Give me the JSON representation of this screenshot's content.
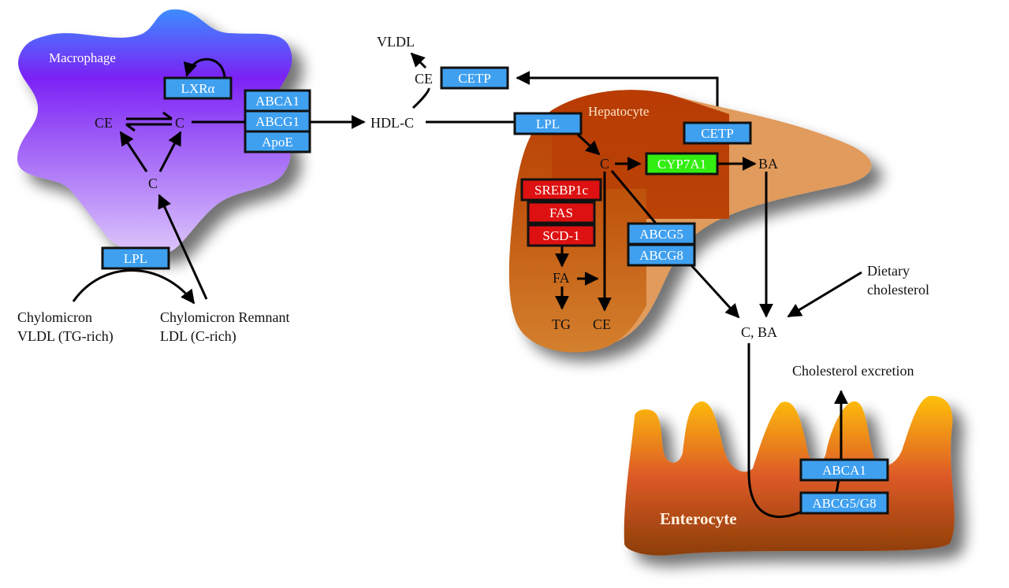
{
  "title": "Cholesterol transport pathways: macrophage, hepatocyte, enterocyte",
  "colors": {
    "transporter_box": "#3fa0f0",
    "lipogenic_box": "#dd1111",
    "enzyme_box": "#33ee11",
    "box_border": "#111111",
    "macrophage_top": "#3d8cff",
    "macrophage_mid": "#7b22f5",
    "macrophage_bottom": "#dcc6fb",
    "hepatocyte_dark": "#b83c04",
    "hepatocyte_mid": "#c86a22",
    "hepatocyte_light": "#e19b5c",
    "enterocyte_top": "#ffbf08",
    "enterocyte_mid": "#dd5a28",
    "enterocyte_bottom": "#8c3e06"
  },
  "cells": {
    "macrophage": {
      "label": "Macrophage"
    },
    "hepatocyte": {
      "label": "Hepatocyte"
    },
    "enterocyte": {
      "label": "Enterocyte"
    }
  },
  "macrophage": {
    "lxr": "LXRα",
    "efflux": [
      "ABCA1",
      "ABCG1",
      "ApoE"
    ],
    "ce": "CE",
    "c_top": "C",
    "c_bottom": "C",
    "lpl": "LPL"
  },
  "lipoproteins": {
    "left_line1": "Chylomicron",
    "left_line2": "VLDL (TG-rich)",
    "right_line1": "Chylomicron Remnant",
    "right_line2": "LDL (C-rich)"
  },
  "plasma": {
    "hdl": "HDL-C",
    "vldl": "VLDL",
    "ce": "CE",
    "cetp": "CETP"
  },
  "hepatocyte": {
    "lpl": "LPL",
    "cetp": "CETP",
    "c": "C",
    "cyp7a1": "CYP7A1",
    "ba": "BA",
    "lipogenic": [
      "SREBP1c",
      "FAS",
      "SCD-1"
    ],
    "fa": "FA",
    "tg": "TG",
    "ce": "CE",
    "abcg": [
      "ABCG5",
      "ABCG8"
    ]
  },
  "intestine": {
    "c_ba": "C, BA",
    "dietary_line1": "Dietary",
    "dietary_line2": "cholesterol",
    "excretion": "Cholesterol excretion",
    "abca1": "ABCA1",
    "abcg5g8": "ABCG5/G8"
  }
}
